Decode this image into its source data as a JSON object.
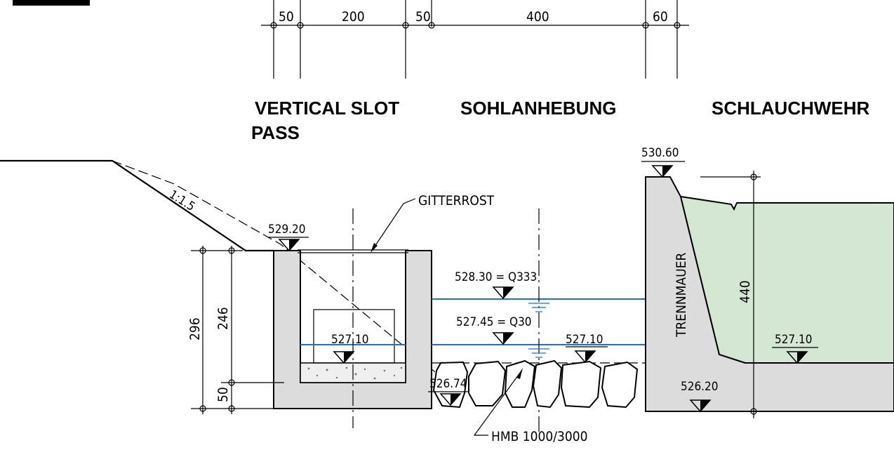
{
  "header_text": "",
  "top_dimensions": [
    "50",
    "200",
    "50",
    "400",
    "60"
  ],
  "section_titles": {
    "vertical_slot": "VERTICAL SLOT",
    "vertical_slot_2": "PASS",
    "sohlanhebung": "SOHLANHEBUNG",
    "schlauchwehr": "SCHLAUCHWEHR"
  },
  "labels": {
    "gitterrost": "GITTERROST",
    "slope": "1:1.5",
    "trennmauer": "TRENNMAUER",
    "hmb": "HMB 1000/3000"
  },
  "elevations": {
    "top_wall": "530.60",
    "top_pass": "529.20",
    "q333": "528.30 = Q333",
    "q30": "527.45 = Q30",
    "in_pass": "527.10",
    "mid_channel": "527.10",
    "right_channel": "527.10",
    "pass_bottom": "526.74",
    "wall_bottom": "526.20"
  },
  "vertical_dims": {
    "total": "296",
    "inner": "246",
    "base": "50",
    "right": "440"
  },
  "colors": {
    "water_line": "#1f6fd1",
    "concrete_fill": "#dcdcdc",
    "channel_fill": "#d3e7d3"
  }
}
